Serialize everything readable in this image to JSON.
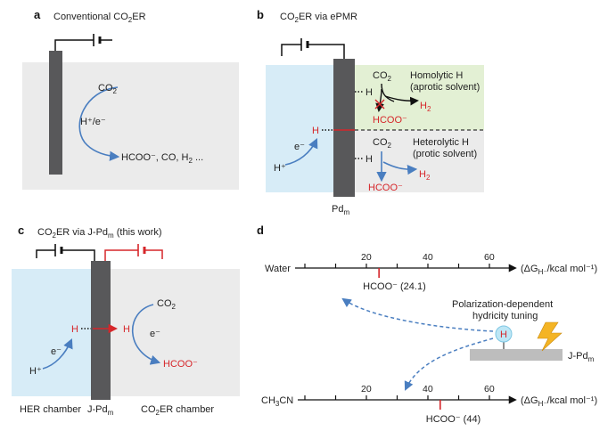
{
  "panels": {
    "a": {
      "letter": "a",
      "title_pre": "Conventional CO",
      "title_sub": "2",
      "title_post": "ER",
      "co2_pre": "CO",
      "co2_sub": "2",
      "reagent": "H⁺/e⁻",
      "products": "HCOO⁻, CO, H",
      "products_sub": "2",
      "products_post": " ..."
    },
    "b": {
      "letter": "b",
      "title_pre": "CO",
      "title_sub": "2",
      "title_post": "ER via ePMR",
      "electron": "e⁻",
      "proton": "H⁺",
      "h_left": "H",
      "h_top": "H",
      "h_bottom": "H",
      "co2_top_pre": "CO",
      "co2_top_sub": "2",
      "homolytic_line1": "Homolytic H",
      "homolytic_line2": "(aprotic solvent)",
      "hcoo_top": "HCOO⁻",
      "h2_top_pre": "H",
      "h2_top_sub": "2",
      "co2_bottom_pre": "CO",
      "co2_bottom_sub": "2",
      "heterolytic_line1": "Heterolytic H",
      "heterolytic_line2": "(protic solvent)",
      "hcoo_bottom": "HCOO⁻",
      "h2_bottom_pre": "H",
      "h2_bottom_sub": "2",
      "electrode_pre": "Pd",
      "electrode_sub": "m"
    },
    "c": {
      "letter": "c",
      "title_pre": "CO",
      "title_sub": "2",
      "title_mid": "ER via J-Pd",
      "title_sub2": "m",
      "title_post": " (this work)",
      "electron_left": "e⁻",
      "proton": "H⁺",
      "h_left": "H",
      "h_right": "H",
      "co2_pre": "CO",
      "co2_sub": "2",
      "electron_right": "e⁻",
      "hcoo": "HCOO⁻",
      "label_her": "HER chamber",
      "label_electrode_pre": "J-Pd",
      "label_electrode_sub": "m",
      "label_co2_pre": "CO",
      "label_co2_sub": "2",
      "label_co2_post": "ER chamber"
    },
    "d": {
      "letter": "d",
      "water_label": "Water",
      "ch3cn_pre": "CH",
      "ch3cn_sub": "3",
      "ch3cn_post": "CN",
      "axis_label_pre": "(ΔG",
      "axis_label_sub": "H⁻",
      "axis_label_post": "/kcal mol⁻¹)",
      "ticks": [
        "20",
        "40",
        "60"
      ],
      "water_marker_label": "HCOO⁻ (24.1)",
      "ch3cn_marker_label": "HCOO⁻ (44)",
      "tuning_line1": "Polarization-dependent",
      "tuning_line2": "hydricity tuning",
      "h_circle": "H",
      "electrode_pre": "J-Pd",
      "electrode_sub": "m"
    }
  },
  "colors": {
    "electrode": "#58585a",
    "solution_gray": "#ebebeb",
    "blue_region": "#d7ecf7",
    "green_region": "#e3f0d4",
    "arrow_blue": "#4a7ec0",
    "red": "#d6262a",
    "h_circle": "#bde6f5",
    "lightning": "#f4b424"
  },
  "values": {
    "water_hydricity": 24.1,
    "ch3cn_hydricity": 44
  }
}
